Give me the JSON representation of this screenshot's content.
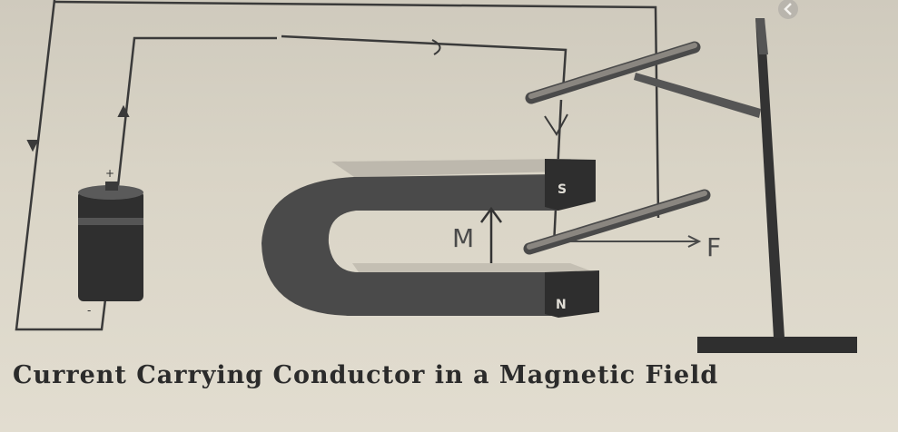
{
  "caption": "Current Carrying Conductor in a Magnetic Field",
  "magnet": {
    "pole_top": "S",
    "pole_bottom": "N"
  },
  "battery": {
    "positive": "+",
    "negative": "-"
  },
  "annotations": {
    "field_label": "M",
    "force_label": "F"
  },
  "colors": {
    "background": "#d9d4c6",
    "magnet_body": "#4a4a4a",
    "magnet_top": "#bdb8ad",
    "wire": "#3a3a3a",
    "rail": "#8a8680"
  },
  "icons": {
    "back_button": "chevron-left-icon"
  }
}
